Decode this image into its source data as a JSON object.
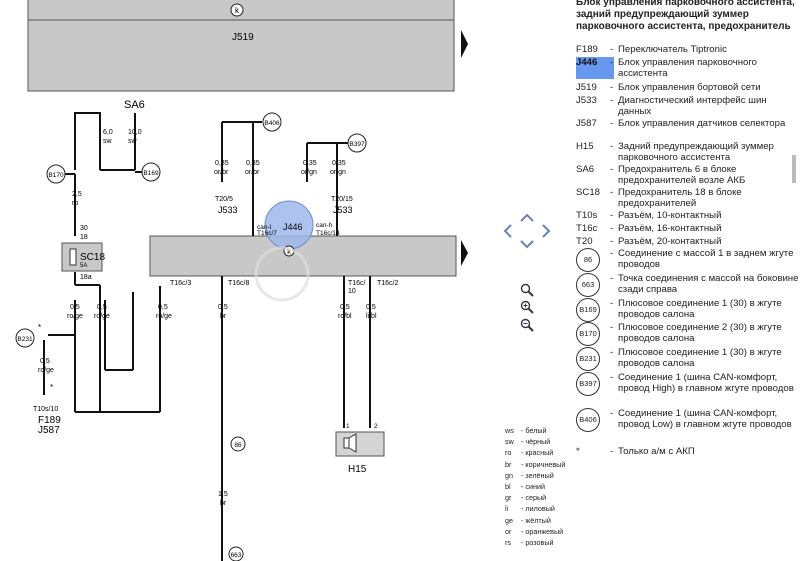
{
  "legend": {
    "title": "Блок управления парковочного ассистента, задний предупреждающий зуммер парковочного ассистента, предохранитель",
    "items": [
      {
        "code": "F189",
        "desc": "Переключатель Tiptronic"
      },
      {
        "code": "J446",
        "desc": "Блок управления парковочного ассистента"
      },
      {
        "code": "J519",
        "desc": "Блок управления бортовой сети"
      },
      {
        "code": "J533",
        "desc": "Диагностический интерфейс шин данных"
      },
      {
        "code": "J587",
        "desc": "Блок управления датчиков селектора"
      },
      {
        "code": "H15",
        "desc": "Задний предупреждающий зуммер парковочного ассистента"
      },
      {
        "code": "SA6",
        "desc": "Предохранитель 6 в блоке предохранителей возле АКБ"
      },
      {
        "code": "SC18",
        "desc": "Предохранитель 18 в блоке предохранителей"
      },
      {
        "code": "T10s",
        "desc": "Разъём, 10-контактный"
      },
      {
        "code": "T16c",
        "desc": "Разъём, 16-контактный"
      },
      {
        "code": "T20",
        "desc": "Разъём, 20-контактный"
      },
      {
        "code": "86",
        "desc": "Соединение с массой 1 в заднем жгуте проводов"
      },
      {
        "code": "663",
        "desc": "Точка соединения с массой на боковине сзади справа"
      },
      {
        "code": "B169",
        "desc": "Плюсовое соединение 1 (30) в жгуте проводов салона"
      },
      {
        "code": "B170",
        "desc": "Плюсовое соединение 2 (30) в жгуте проводов салона"
      },
      {
        "code": "B231",
        "desc": "Плюсовое соединение 1 (30) в жгуте проводов салона"
      },
      {
        "code": "B397",
        "desc": "Соединение 1 (шина CAN-комфорт, провод High) в главном жгуте проводов"
      },
      {
        "code": "B406",
        "desc": "Соединение 1 (шина CAN-комфорт, провод Low) в главном жгуте проводов"
      },
      {
        "code": "*",
        "desc": "Только а/м с АКП"
      }
    ]
  },
  "abbreviations": [
    {
      "k": "ws",
      "v": "белый"
    },
    {
      "k": "sw",
      "v": "чёрный"
    },
    {
      "k": "ro",
      "v": "красный"
    },
    {
      "k": "br",
      "v": "коричневый"
    },
    {
      "k": "gn",
      "v": "зелёный"
    },
    {
      "k": "bl",
      "v": "синий"
    },
    {
      "k": "gr",
      "v": "серый"
    },
    {
      "k": "li",
      "v": "лиловый"
    },
    {
      "k": "ge",
      "v": "жёлтый"
    },
    {
      "k": "or",
      "v": "оранжевый"
    },
    {
      "k": "rs",
      "v": "розовый"
    }
  ],
  "diagram": {
    "top_block": "J519",
    "mid_block_circle": "J446",
    "fuse_sa": "SA6",
    "fuse_sc": "SC18",
    "fuse_sc_amp": "5A",
    "buzzer": "H15",
    "f189_label": "F189",
    "j587_label": "J587",
    "t10s_label": "T10s/10",
    "ground_86": "86",
    "ground_663": "663",
    "b170": "B170",
    "b169": "B169",
    "b231": "B231",
    "b406": "B406",
    "b397": "B397",
    "k_marker": "k"
  },
  "nav_icons": [
    "pan-arrows-icon",
    "zoom-reset-icon",
    "zoom-in-icon",
    "zoom-out-icon"
  ]
}
